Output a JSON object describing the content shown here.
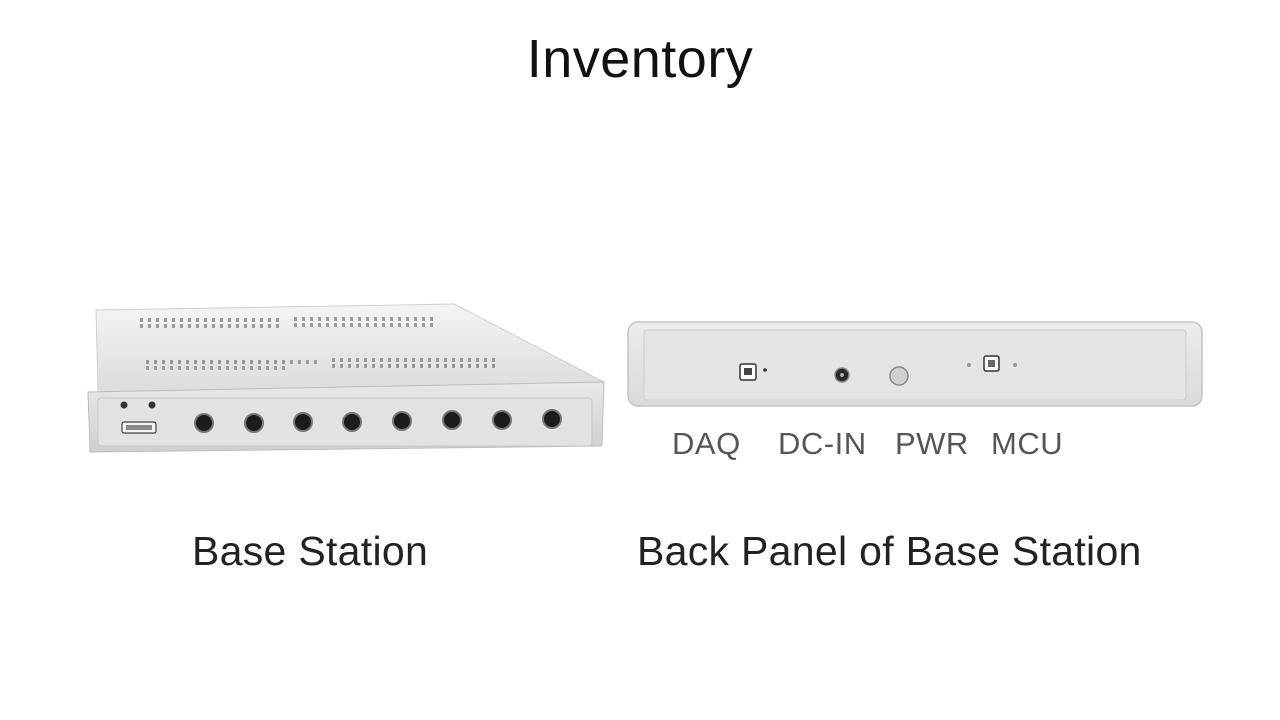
{
  "slide": {
    "title": "Inventory"
  },
  "images": [
    {
      "id": "base_station",
      "description_icon": "base-station-photo"
    },
    {
      "id": "back_panel",
      "description_icon": "back-panel-photo"
    }
  ],
  "back_panel": {
    "ports": [
      "DAQ",
      "DC-IN",
      "PWR",
      "MCU"
    ]
  },
  "captions": {
    "base_station": "Base Station",
    "back_panel": "Back Panel of Base Station"
  },
  "colors": {
    "background": "#ffffff",
    "device_body": "#e6e6e6",
    "port_dark": "#1c1c1c"
  }
}
